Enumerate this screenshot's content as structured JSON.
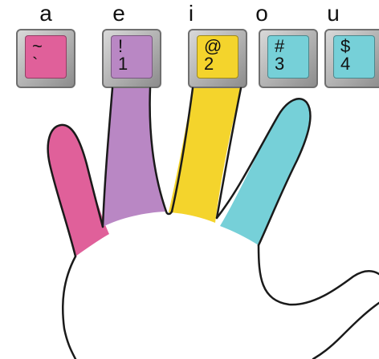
{
  "colors": {
    "pinky": "#e0609a",
    "ring": "#b987c4",
    "middle": "#f4d42c",
    "index": "#76d0d8",
    "outline": "#1a1a1a",
    "key_frame": "#b0b0b0"
  },
  "keys": [
    {
      "vowel": "a",
      "top": "~",
      "bottom": "`",
      "color": "#e0609a"
    },
    {
      "vowel": "e",
      "top": "!",
      "bottom": "1",
      "color": "#b987c4"
    },
    {
      "vowel": "i",
      "top": "@",
      "bottom": "2",
      "color": "#f4d42c"
    },
    {
      "vowel": "o",
      "top": "#",
      "bottom": "3",
      "color": "#76d0d8"
    },
    {
      "vowel": "u",
      "top": "$",
      "bottom": "4",
      "color": "#76d0d8"
    }
  ]
}
